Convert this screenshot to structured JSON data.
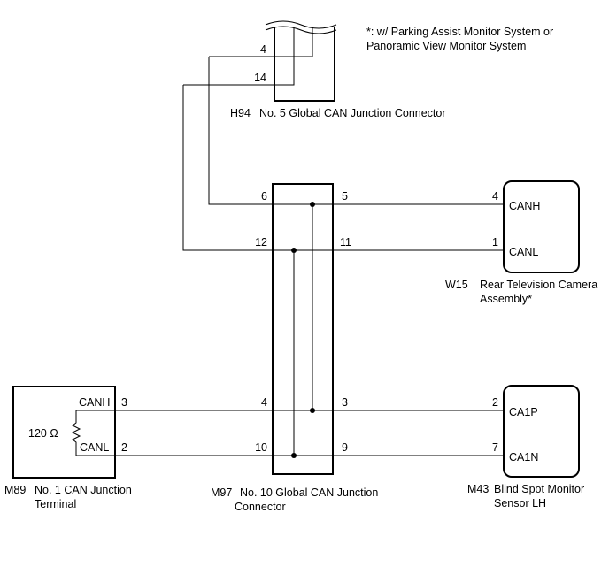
{
  "note": {
    "line1": "*: w/ Parking Assist Monitor System or",
    "line2": "Panoramic View Monitor System"
  },
  "h94": {
    "code": "H94",
    "name": "No. 5 Global CAN Junction Connector",
    "pin_a": "4",
    "pin_b": "14"
  },
  "m97": {
    "code": "M97",
    "name_line1": "No. 10 Global CAN Junction",
    "name_line2": "Connector",
    "left_pins": [
      "6",
      "12",
      "4",
      "10"
    ],
    "right_pins": [
      "5",
      "11",
      "3",
      "9"
    ]
  },
  "w15": {
    "code": "W15",
    "name_line1": "Rear Television Camera",
    "name_line2": "Assembly*",
    "pin_hi": "4",
    "pin_lo": "1",
    "sig_hi": "CANH",
    "sig_lo": "CANL"
  },
  "m43": {
    "code": "M43",
    "name_line1": "Blind Spot Monitor",
    "name_line2": "Sensor LH",
    "pin_hi": "2",
    "pin_lo": "7",
    "sig_hi": "CA1P",
    "sig_lo": "CA1N"
  },
  "m89": {
    "code": "M89",
    "name_line1": "No. 1 CAN Junction",
    "name_line2": "Terminal",
    "pin_hi": "3",
    "pin_lo": "2",
    "sig_hi": "CANH",
    "sig_lo": "CANL",
    "resistor": "120 Ω"
  },
  "colors": {
    "line": "#000000",
    "background": "#ffffff"
  }
}
